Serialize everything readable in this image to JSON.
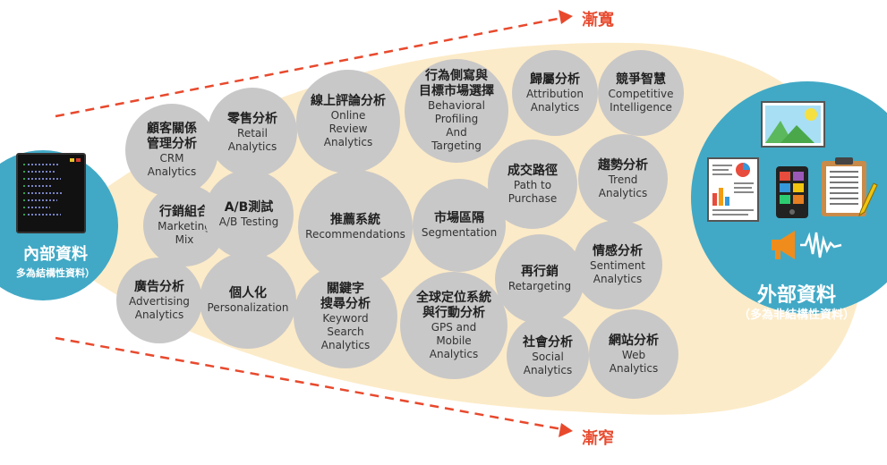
{
  "arrows": {
    "top_label": "漸寬",
    "bottom_label": "漸窄"
  },
  "internal": {
    "title": "內部資料",
    "subtitle": "多為結構性資料）"
  },
  "external": {
    "title": "外部資料",
    "subtitle": "（多為非結構性資料）"
  },
  "colors": {
    "funnel": "#fcebc8",
    "bubble": "#c9c8c8",
    "side": "#41a9c6",
    "arrow": "#e8492d"
  },
  "icons": [
    "terminal-screen-icon",
    "landscape-picture-icon",
    "report-document-icon",
    "smartphone-apps-icon",
    "clipboard-checklist-icon",
    "megaphone-soundwave-icon"
  ],
  "bubbles": [
    {
      "zh": "顧客關係\n管理分析",
      "en": "CRM\nAnalytics"
    },
    {
      "zh": "零售分析",
      "en": "Retail\nAnalytics"
    },
    {
      "zh": "線上評論分析",
      "en": "Online\nReview\nAnalytics"
    },
    {
      "zh": "行為側寫與\n目標市場選擇",
      "en": "Behavioral\nProfiling\nAnd\nTargeting"
    },
    {
      "zh": "歸屬分析",
      "en": "Attribution\nAnalytics"
    },
    {
      "zh": "競爭智慧",
      "en": "Competitive\nIntelligence"
    },
    {
      "zh": "行銷組合",
      "en": "Marketing\nMix"
    },
    {
      "zh": "A/B測試",
      "en": "A/B Testing"
    },
    {
      "zh": "推薦系統",
      "en": "Recommendations"
    },
    {
      "zh": "市場區隔",
      "en": "Segmentation"
    },
    {
      "zh": "成交路徑",
      "en": "Path to\nPurchase"
    },
    {
      "zh": "趨勢分析",
      "en": "Trend\nAnalytics"
    },
    {
      "zh": "廣告分析",
      "en": "Advertising\nAnalytics"
    },
    {
      "zh": "個人化",
      "en": "Personalization"
    },
    {
      "zh": "關鍵字\n搜尋分析",
      "en": "Keyword\nSearch\nAnalytics"
    },
    {
      "zh": "全球定位系統\n與行動分析",
      "en": "GPS and\nMobile\nAnalytics"
    },
    {
      "zh": "再行銷",
      "en": "Retargeting"
    },
    {
      "zh": "情感分析",
      "en": "Sentiment\nAnalytics"
    },
    {
      "zh": "社會分析",
      "en": "Social\nAnalytics"
    },
    {
      "zh": "網站分析",
      "en": "Web\nAnalytics"
    }
  ]
}
